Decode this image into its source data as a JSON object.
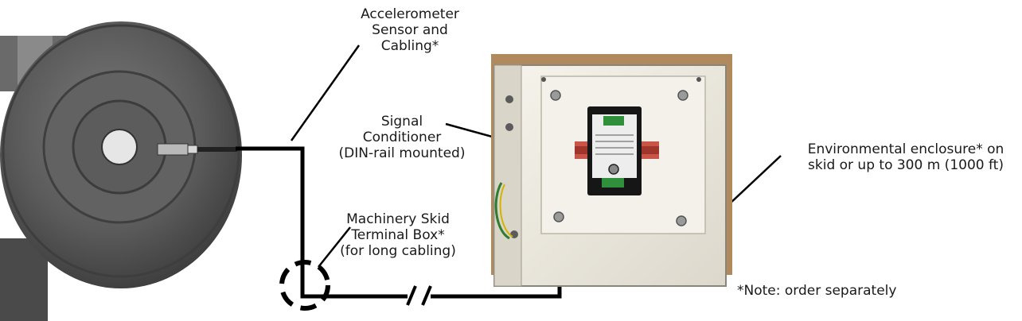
{
  "labels": {
    "accelerometer": [
      "Accelerometer",
      "Sensor and",
      "Cabling*"
    ],
    "signal_conditioner": [
      "Signal",
      "Conditioner",
      "(DIN-rail mounted)"
    ],
    "terminal_box": [
      "Machinery Skid",
      "Terminal Box*",
      "(for long cabling)"
    ],
    "enclosure": [
      "Environmental enclosure* on",
      "skid or up to 300 m (1000 ft)"
    ],
    "note": "*Note: order separately"
  },
  "colors": {
    "cable": "#000000",
    "machine": "#5a5a5a",
    "enclosure_body": "#f1efe7",
    "enclosure_door": "#b08a5c",
    "din_rail": "#c0392b"
  },
  "icons": [
    "machine-photo",
    "accelerometer-sensor-icon",
    "enclosure-photo",
    "signal-conditioner-module"
  ]
}
